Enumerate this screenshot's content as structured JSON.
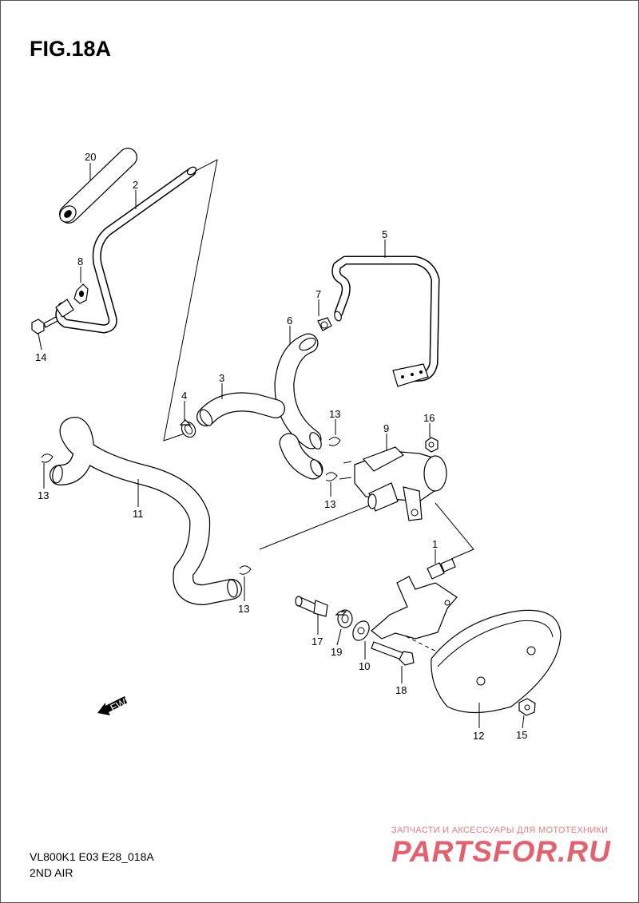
{
  "title": "FIG.18A",
  "footer": {
    "code": "VL800K1 E03 E28_018A",
    "name": "2ND AIR"
  },
  "watermark": {
    "caption": "ЗАПЧАСТИ И АКСЕССУАРЫ ДЛЯ МОТОТЕХНИКИ",
    "logo": "PARTSFOR.RU"
  },
  "direction_badge": "FWD",
  "callouts": {
    "c1": "1",
    "c2": "2",
    "c3": "3",
    "c4": "4",
    "c5": "5",
    "c6": "6",
    "c7": "7",
    "c8": "8",
    "c9": "9",
    "c10": "10",
    "c11": "11",
    "c12": "12",
    "c13a": "13",
    "c13b": "13",
    "c13c": "13",
    "c13d": "13",
    "c14": "14",
    "c15": "15",
    "c16": "16",
    "c17": "17",
    "c18": "18",
    "c19": "19",
    "c20": "20"
  }
}
